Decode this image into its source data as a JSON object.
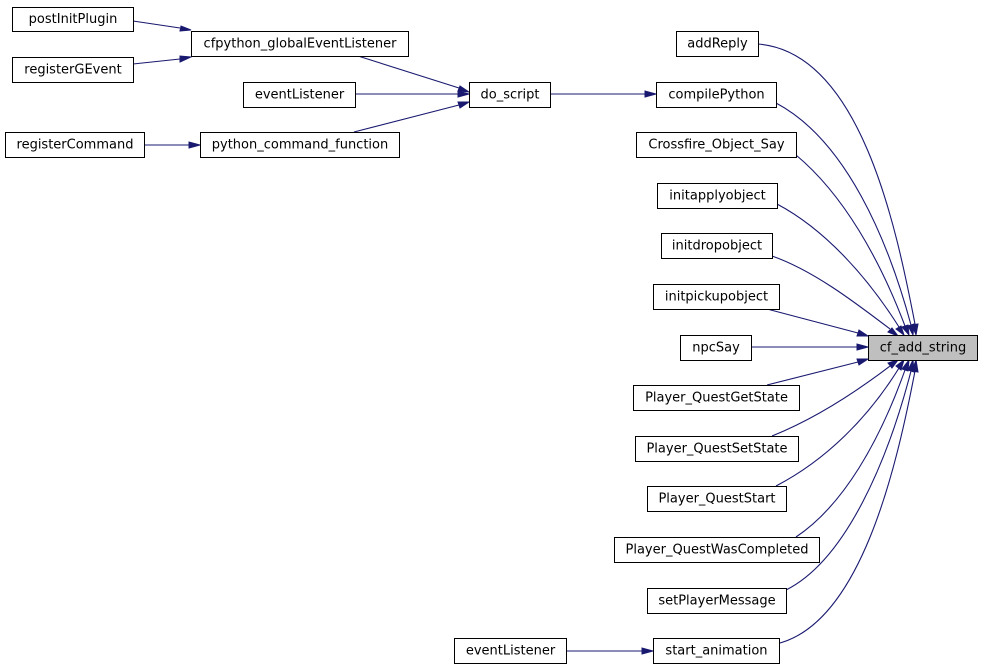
{
  "diagram": {
    "colors": {
      "edge": "#191970",
      "focus_fill": "#bfbfbf",
      "node_border": "#000000"
    },
    "nodes": [
      {
        "id": "postInitPlugin",
        "label": "postInitPlugin"
      },
      {
        "id": "registerGEvent",
        "label": "registerGEvent"
      },
      {
        "id": "cfpython_globalEventListener",
        "label": "cfpython_globalEventListener"
      },
      {
        "id": "eventListener_a",
        "label": "eventListener"
      },
      {
        "id": "registerCommand",
        "label": "registerCommand"
      },
      {
        "id": "python_command_function",
        "label": "python_command_function"
      },
      {
        "id": "do_script",
        "label": "do_script"
      },
      {
        "id": "addReply",
        "label": "addReply"
      },
      {
        "id": "compilePython",
        "label": "compilePython"
      },
      {
        "id": "Crossfire_Object_Say",
        "label": "Crossfire_Object_Say"
      },
      {
        "id": "initapplyobject",
        "label": "initapplyobject"
      },
      {
        "id": "initdropobject",
        "label": "initdropobject"
      },
      {
        "id": "initpickupobject",
        "label": "initpickupobject"
      },
      {
        "id": "npcSay",
        "label": "npcSay"
      },
      {
        "id": "Player_QuestGetState",
        "label": "Player_QuestGetState"
      },
      {
        "id": "Player_QuestSetState",
        "label": "Player_QuestSetState"
      },
      {
        "id": "Player_QuestStart",
        "label": "Player_QuestStart"
      },
      {
        "id": "Player_QuestWasCompleted",
        "label": "Player_QuestWasCompleted"
      },
      {
        "id": "setPlayerMessage",
        "label": "setPlayerMessage"
      },
      {
        "id": "eventListener_b",
        "label": "eventListener"
      },
      {
        "id": "start_animation",
        "label": "start_animation"
      },
      {
        "id": "cf_add_string",
        "label": "cf_add_string",
        "focus": true
      }
    ],
    "edges": [
      {
        "from": "postInitPlugin",
        "to": "cfpython_globalEventListener"
      },
      {
        "from": "registerGEvent",
        "to": "cfpython_globalEventListener"
      },
      {
        "from": "cfpython_globalEventListener",
        "to": "do_script"
      },
      {
        "from": "eventListener_a",
        "to": "do_script"
      },
      {
        "from": "python_command_function",
        "to": "do_script"
      },
      {
        "from": "registerCommand",
        "to": "python_command_function"
      },
      {
        "from": "do_script",
        "to": "compilePython"
      },
      {
        "from": "addReply",
        "to": "cf_add_string"
      },
      {
        "from": "compilePython",
        "to": "cf_add_string"
      },
      {
        "from": "Crossfire_Object_Say",
        "to": "cf_add_string"
      },
      {
        "from": "initapplyobject",
        "to": "cf_add_string"
      },
      {
        "from": "initdropobject",
        "to": "cf_add_string"
      },
      {
        "from": "initpickupobject",
        "to": "cf_add_string"
      },
      {
        "from": "npcSay",
        "to": "cf_add_string"
      },
      {
        "from": "Player_QuestGetState",
        "to": "cf_add_string"
      },
      {
        "from": "Player_QuestSetState",
        "to": "cf_add_string"
      },
      {
        "from": "Player_QuestStart",
        "to": "cf_add_string"
      },
      {
        "from": "Player_QuestWasCompleted",
        "to": "cf_add_string"
      },
      {
        "from": "setPlayerMessage",
        "to": "cf_add_string"
      },
      {
        "from": "start_animation",
        "to": "cf_add_string"
      },
      {
        "from": "eventListener_b",
        "to": "start_animation"
      }
    ]
  }
}
